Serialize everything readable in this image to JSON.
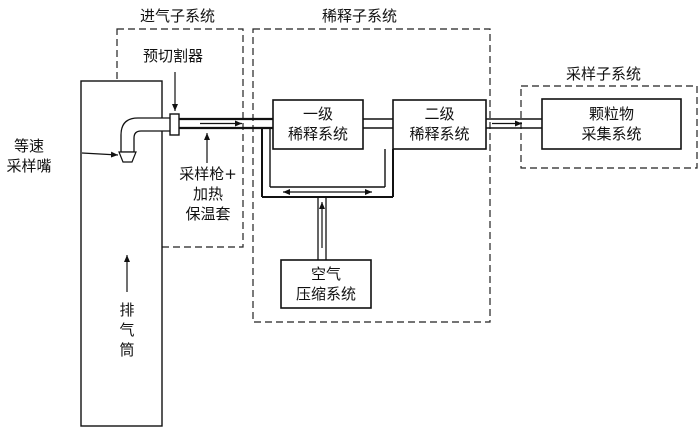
{
  "subsystems": {
    "intake": "进气子系统",
    "dilution": "稀释子系统",
    "sampling": "采样子系统"
  },
  "components": {
    "precutter": "预切割器",
    "isokinetic_nozzle": [
      "等速",
      "采样嘴"
    ],
    "probe_heater": [
      "采样枪+",
      "加热",
      "保温套"
    ],
    "exhaust_stack": [
      "排",
      "气",
      "筒"
    ],
    "primary_dilution": [
      "一级",
      "稀释系统"
    ],
    "secondary_dilution": [
      "二级",
      "稀释系统"
    ],
    "air_compression": [
      "空气",
      "压缩系统"
    ],
    "particle_collection": [
      "颗粒物",
      "采集系统"
    ]
  }
}
